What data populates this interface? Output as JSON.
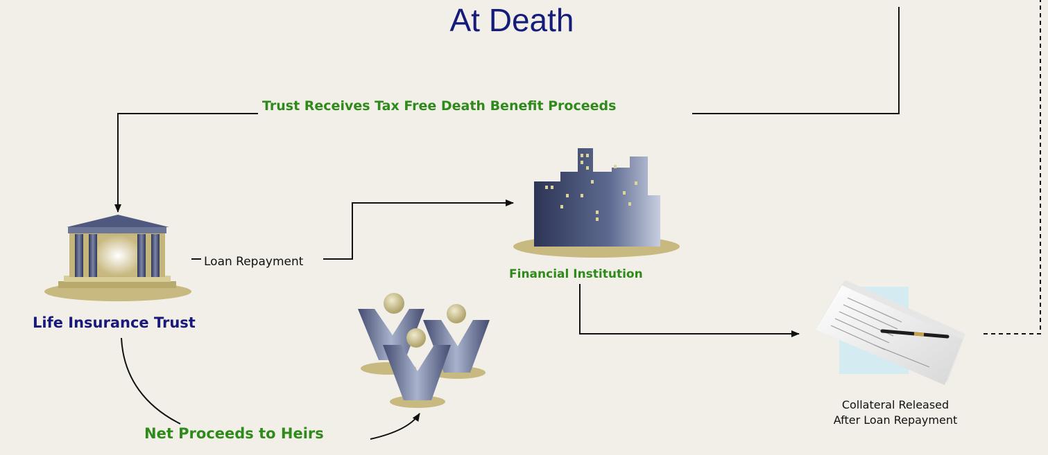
{
  "title": "At Death",
  "labels": {
    "trust_receives": "Trust Receives Tax Free Death Benefit Proceeds",
    "loan_repayment": "Loan Repayment",
    "financial_institution": "Financial Institution",
    "life_insurance_trust": "Life Insurance Trust",
    "net_proceeds": "Net Proceeds to Heirs",
    "collateral_line1": "Collateral Released",
    "collateral_line2": "After Loan Repayment"
  },
  "icons": {
    "trust": "bank-building-icon",
    "institution": "city-buildings-icon",
    "heirs": "people-group-icon",
    "documents": "document-pen-icon"
  },
  "colors": {
    "background": "#f1efe7",
    "title": "#141b7a",
    "green_label": "#2e8a1a",
    "trust_label": "#18197a",
    "connector": "#111111"
  }
}
